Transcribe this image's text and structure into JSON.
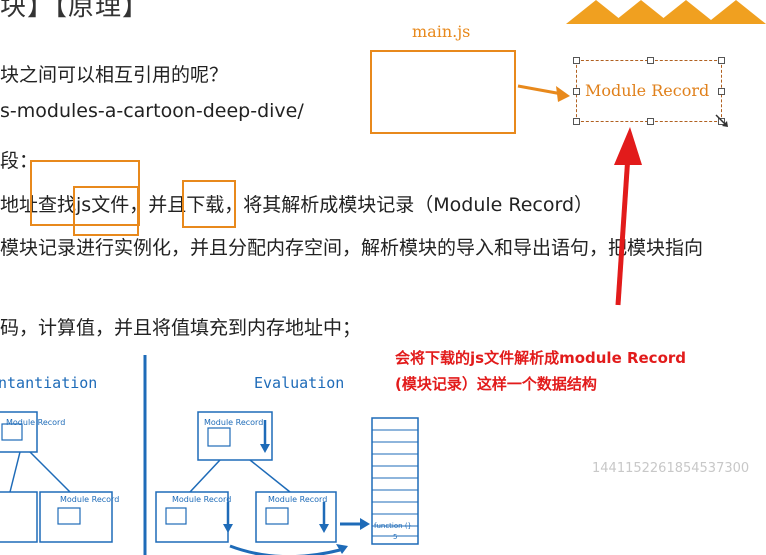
{
  "slide": {
    "title_fragment": "块】【原理】",
    "line1": "块之间可以相互引用的呢？",
    "line2": "s-modules-a-cartoon-deep-dive/",
    "line3": "段：",
    "line4": {
      "a": "地址",
      "b": "查找",
      "c": "js文件",
      "d": "，并且",
      "e": "下载",
      "f": "，将其解析成模块记录（Module Record）"
    },
    "line5": "模块记录进行实例化，并且分配内存空间，解析模块的导入和导出语句，把模块指向",
    "line6": "码，计算值，并且将值填充到内存地址中；"
  },
  "annotation": {
    "mainjs_label": "main.js",
    "module_record_label": "Module Record",
    "red_note_line1": "会将下载的js文件解析成module Record",
    "red_note_line2": "(模块记录）这样一个数据结构",
    "watermark": "1441152261854537300"
  },
  "diagram": {
    "instantiation_title": "ntantiation",
    "evaluation_title": "Evaluation",
    "module_record_small": "Module Record",
    "function_label": "function (}",
    "five": "5"
  },
  "colors": {
    "orange": "#e8891c",
    "red": "#e21b1b",
    "blue": "#1e6bb8"
  }
}
